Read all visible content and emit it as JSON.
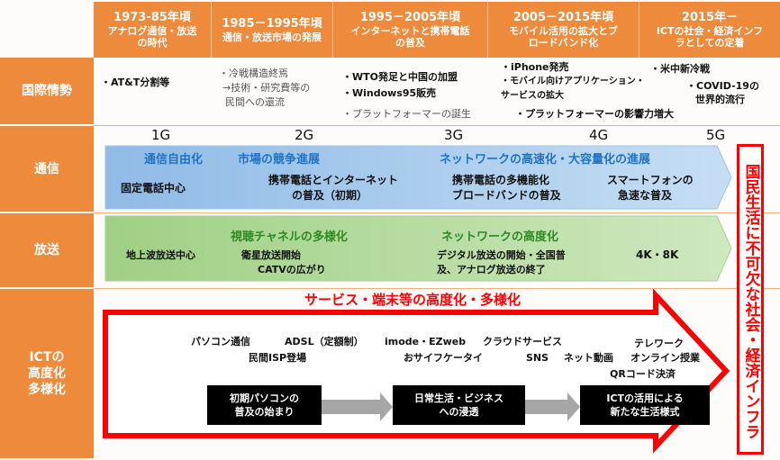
{
  "header": {
    "eras": [
      {
        "years": "1973-85年頃",
        "label": "アナログ通信・放送の時代"
      },
      {
        "years": "1985－1995年頃",
        "label": "通信・放送市場の発展"
      },
      {
        "years": "1995－2005年頃",
        "label": "インターネットと携帯電話の普及"
      },
      {
        "years": "2005－2015年頃",
        "label": "モバイル活用の拡大とブロードバンド化"
      },
      {
        "years": "2015年－",
        "label": "ICTの社会・経済インフラとしての定着"
      }
    ]
  },
  "rows": {
    "international": "国際情勢",
    "telecom": "通信",
    "broadcast": "放送",
    "ict": "ICTの\n高度化\n多様化"
  },
  "international": {
    "att": "・AT&T分割等",
    "coldwar_1": "・冷戦構造終焉",
    "coldwar_2": "→技術・研究費等の",
    "coldwar_3": "民間への還流",
    "wto": "・WTO発足と中国の加盟",
    "win95": "・Windows95販売",
    "platform_birth": "・プラットフォーマーの誕生",
    "iphone": "・iPhone発売",
    "mobile_app_1": "・モバイル向けアプリケーション・",
    "mobile_app_2": "サービスの拡大",
    "platform_power": "・プラットフォーマーの影響力増大",
    "uschina": "・米中新冷戦",
    "covid_1": "・COVID-19の",
    "covid_2": "世界的流行"
  },
  "generations": [
    "1G",
    "2G",
    "3G",
    "4G",
    "5G"
  ],
  "telecom": {
    "liberalization": "通信自由化",
    "competition": "市場の競争進展",
    "network_speed": "ネットワークの高速化・大容量化の進展",
    "fixed": "固定電話中心",
    "mobile_internet_1": "携帯電話とインターネット",
    "mobile_internet_2": "の普及（初期）",
    "multifunction_1": "携帯電話の多機能化",
    "multifunction_2": "ブロードバンドの普及",
    "smartphone_1": "スマートフォンの",
    "smartphone_2": "急速な普及"
  },
  "broadcast": {
    "channels": "視聴チャネルの多様化",
    "network_adv": "ネットワークの高度化",
    "terrestrial": "地上波放送中心",
    "satellite_1": "衛星放送開始",
    "satellite_2": "CATVの広がり",
    "digital_1": "デジタル放送の開始・全国普",
    "digital_2": "及、アナログ放送の終了",
    "resolution": "4K・8K"
  },
  "ict": {
    "banner": "サービス・端末等の高度化・多様化",
    "pc_comm": "パソコン通信",
    "adsl": "ADSL（定額制）",
    "isp": "民間ISP登場",
    "imode": "imode・EZweb",
    "osaifu": "おサイフケータイ",
    "cloud": "クラウドサービス",
    "sns": "SNS",
    "video": "ネット動画",
    "telework": "テレワーク",
    "online_class": "オンライン授業",
    "qr": "QRコード決済",
    "stage1_1": "初期パソコンの",
    "stage1_2": "普及の始まり",
    "stage2_1": "日常生活・ビジネス",
    "stage2_2": "への浸透",
    "stage3_1": "ICTの活用による",
    "stage3_2": "新たな生活様式"
  },
  "side_banner": "国民生活に不可欠な社会・経済インフラ",
  "colors": {
    "orange": "#ee8a3b",
    "blue_band": "#a9cdee",
    "green_band": "#b6dc9e",
    "red": "#ff0000",
    "blue_text": "#1f73c4",
    "green_text": "#2f8a24"
  }
}
